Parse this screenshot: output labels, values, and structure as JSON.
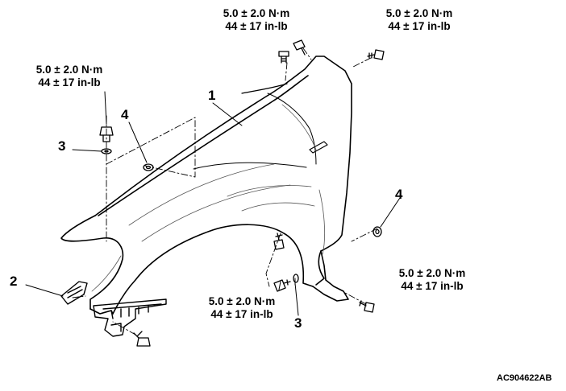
{
  "torque_callouts": [
    {
      "metric": "5.0 ± 2.0 N·m",
      "imperial": "44 ± 17 in-lb"
    },
    {
      "metric": "5.0 ± 2.0 N·m",
      "imperial": "44 ± 17 in-lb"
    },
    {
      "metric": "5.0 ± 2.0 N·m",
      "imperial": "44 ± 17 in-lb"
    },
    {
      "metric": "5.0 ± 2.0 N·m",
      "imperial": "44 ± 17 in-lb"
    },
    {
      "metric": "5.0 ± 2.0 N·m",
      "imperial": "44 ± 17 in-lb"
    }
  ],
  "part_labels": {
    "fender": "1",
    "splash_shield": "2",
    "washer_left": "3",
    "washer_bottom": "3",
    "clip_top": "4",
    "clip_right": "4"
  },
  "figure_code": "AC904622AB"
}
